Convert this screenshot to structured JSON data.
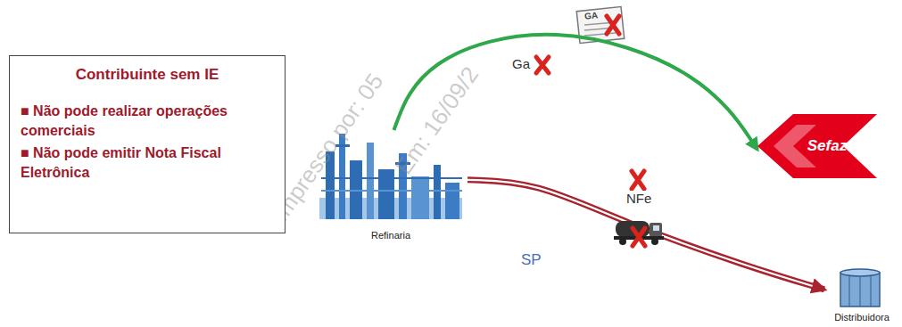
{
  "diagram": {
    "nodes": [
      {
        "text": [
          "Contribuinte sem IE",
          "■ Não pode realizar operações comerciais",
          "■ Não pode emitir Nota Fiscal Eletrônica"
        ]
      },
      {
        "text": [
          "Refinaria"
        ]
      },
      {
        "text": [
          "Sefaz"
        ]
      },
      {
        "text": [
          "Distribuidora"
        ]
      }
    ],
    "edges": [
      {
        "from": 1,
        "to": 2,
        "arrow": "to",
        "label": "Ga"
      },
      {
        "from": 1,
        "to": 3,
        "arrow": "to",
        "label": "NFe"
      }
    ],
    "labels": [
      "GA",
      "SP",
      "Impresso por: 05",
      "Em: 16/09/2"
    ]
  }
}
